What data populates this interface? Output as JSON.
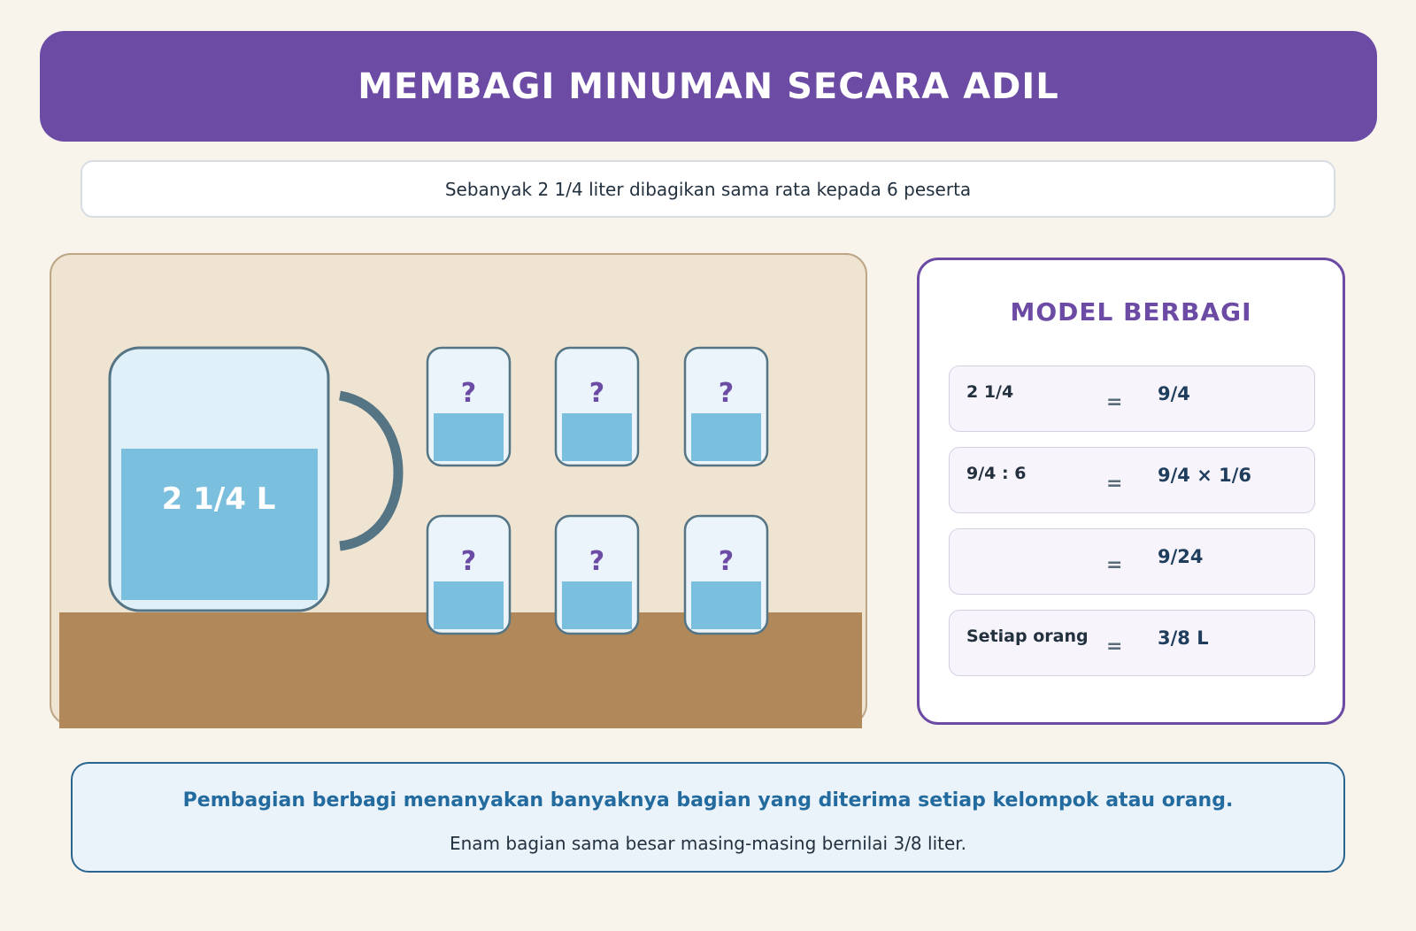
{
  "header": {
    "title": "MEMBAGI MINUMAN SECARA ADIL"
  },
  "problem": {
    "text": "Sebanyak 2 1/4 liter dibagikan sama rata kepada 6 peserta"
  },
  "scene": {
    "pitcher_label": "2 1/4 L",
    "glass_count": 6,
    "glass_label": "?",
    "pitcher_fill_fraction": 0.62,
    "glass_fill_fraction": 0.44
  },
  "model": {
    "title": "MODEL BERBAGI",
    "rows": [
      {
        "left": "2 1/4",
        "eq": "=",
        "right": "9/4"
      },
      {
        "left": "9/4 : 6",
        "eq": "=",
        "right": "9/4 × 1/6"
      },
      {
        "left": "",
        "eq": "=",
        "right": "9/24"
      },
      {
        "left": "Setiap orang",
        "eq": "=",
        "right": "3/8 L"
      }
    ]
  },
  "note": {
    "main": "Pembagian berbagi menanyakan banyaknya bagian yang diterima setiap kelompok atau orang.",
    "sub": "Enam bagian sama besar masing-masing bernilai 3/8 liter."
  },
  "colors": {
    "accent": "#6c4ba5",
    "water": "#7abfdd",
    "outline": "#557585",
    "table": "#b0885a",
    "scene_bg": "#efe4d2"
  }
}
